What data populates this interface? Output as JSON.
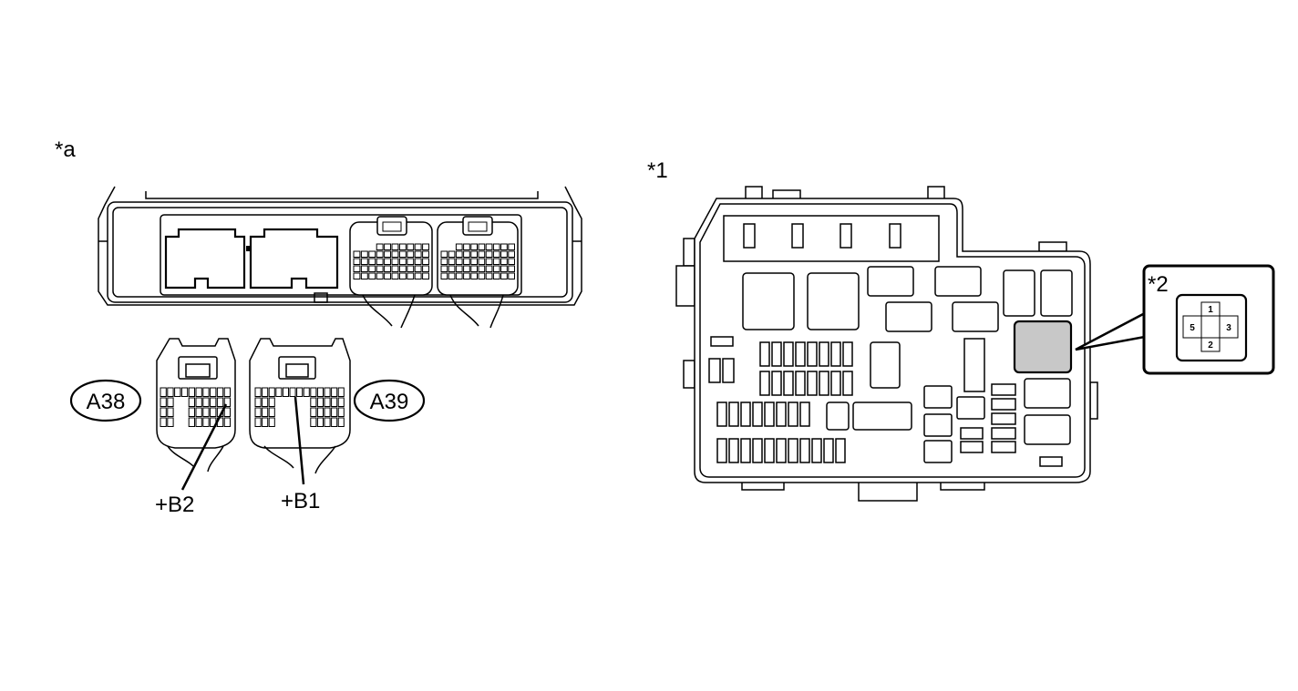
{
  "labels": {
    "view_a": "*a",
    "view_1": "*1",
    "view_2": "*2"
  },
  "connectors": [
    {
      "id": "A38",
      "terminal": "+B2"
    },
    {
      "id": "A39",
      "terminal": "+B1"
    }
  ],
  "relay_pins": [
    "1",
    "5",
    "3",
    "2"
  ],
  "colors": {
    "line": "#000000",
    "highlight": "#c8c8c8",
    "background": "#ffffff"
  }
}
